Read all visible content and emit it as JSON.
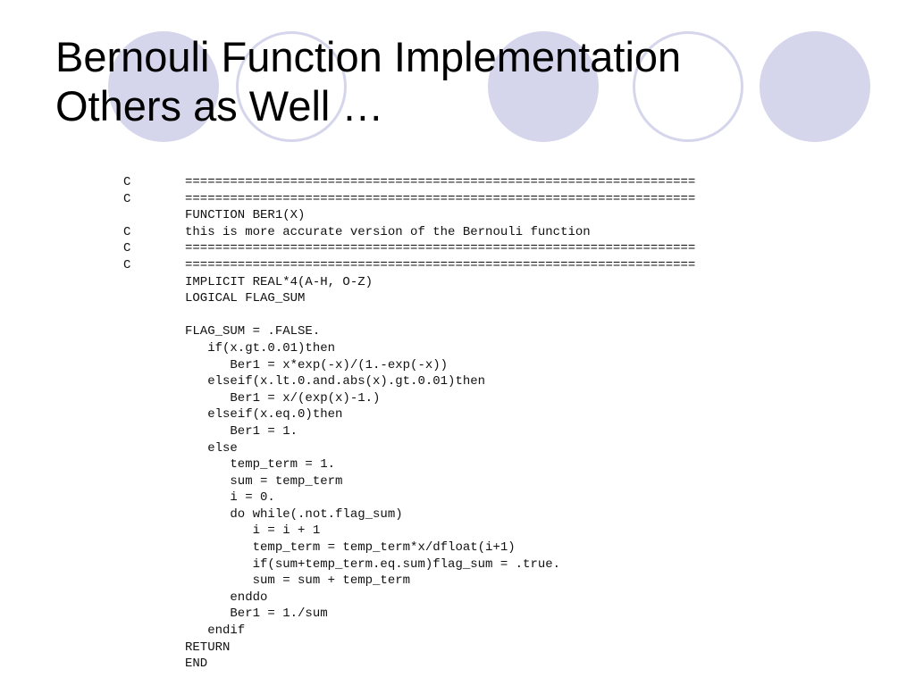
{
  "title": {
    "line1": "Bernouli Function Implementation",
    "line2": "Others as Well …"
  },
  "code_lines": [
    {
      "marker": "C",
      "text": "===================================================================="
    },
    {
      "marker": "C",
      "text": "===================================================================="
    },
    {
      "marker": "",
      "text": "FUNCTION BER1(X)"
    },
    {
      "marker": "C",
      "text": "this is more accurate version of the Bernouli function"
    },
    {
      "marker": "C",
      "text": "===================================================================="
    },
    {
      "marker": "C",
      "text": "===================================================================="
    },
    {
      "marker": "",
      "text": "IMPLICIT REAL*4(A-H, O-Z)"
    },
    {
      "marker": "",
      "text": "LOGICAL FLAG_SUM"
    },
    {
      "marker": "",
      "text": ""
    },
    {
      "marker": "",
      "text": "FLAG_SUM = .FALSE."
    },
    {
      "marker": "",
      "text": "   if(x.gt.0.01)then"
    },
    {
      "marker": "",
      "text": "      Ber1 = x*exp(-x)/(1.-exp(-x))"
    },
    {
      "marker": "",
      "text": "   elseif(x.lt.0.and.abs(x).gt.0.01)then"
    },
    {
      "marker": "",
      "text": "      Ber1 = x/(exp(x)-1.)"
    },
    {
      "marker": "",
      "text": "   elseif(x.eq.0)then"
    },
    {
      "marker": "",
      "text": "      Ber1 = 1."
    },
    {
      "marker": "",
      "text": "   else"
    },
    {
      "marker": "",
      "text": "      temp_term = 1."
    },
    {
      "marker": "",
      "text": "      sum = temp_term"
    },
    {
      "marker": "",
      "text": "      i = 0."
    },
    {
      "marker": "",
      "text": "      do while(.not.flag_sum)"
    },
    {
      "marker": "",
      "text": "         i = i + 1"
    },
    {
      "marker": "",
      "text": "         temp_term = temp_term*x/dfloat(i+1)"
    },
    {
      "marker": "",
      "text": "         if(sum+temp_term.eq.sum)flag_sum = .true."
    },
    {
      "marker": "",
      "text": "         sum = sum + temp_term"
    },
    {
      "marker": "",
      "text": "      enddo"
    },
    {
      "marker": "",
      "text": "      Ber1 = 1./sum"
    },
    {
      "marker": "",
      "text": "   endif"
    },
    {
      "marker": "",
      "text": "RETURN"
    },
    {
      "marker": "",
      "text": "END"
    }
  ]
}
